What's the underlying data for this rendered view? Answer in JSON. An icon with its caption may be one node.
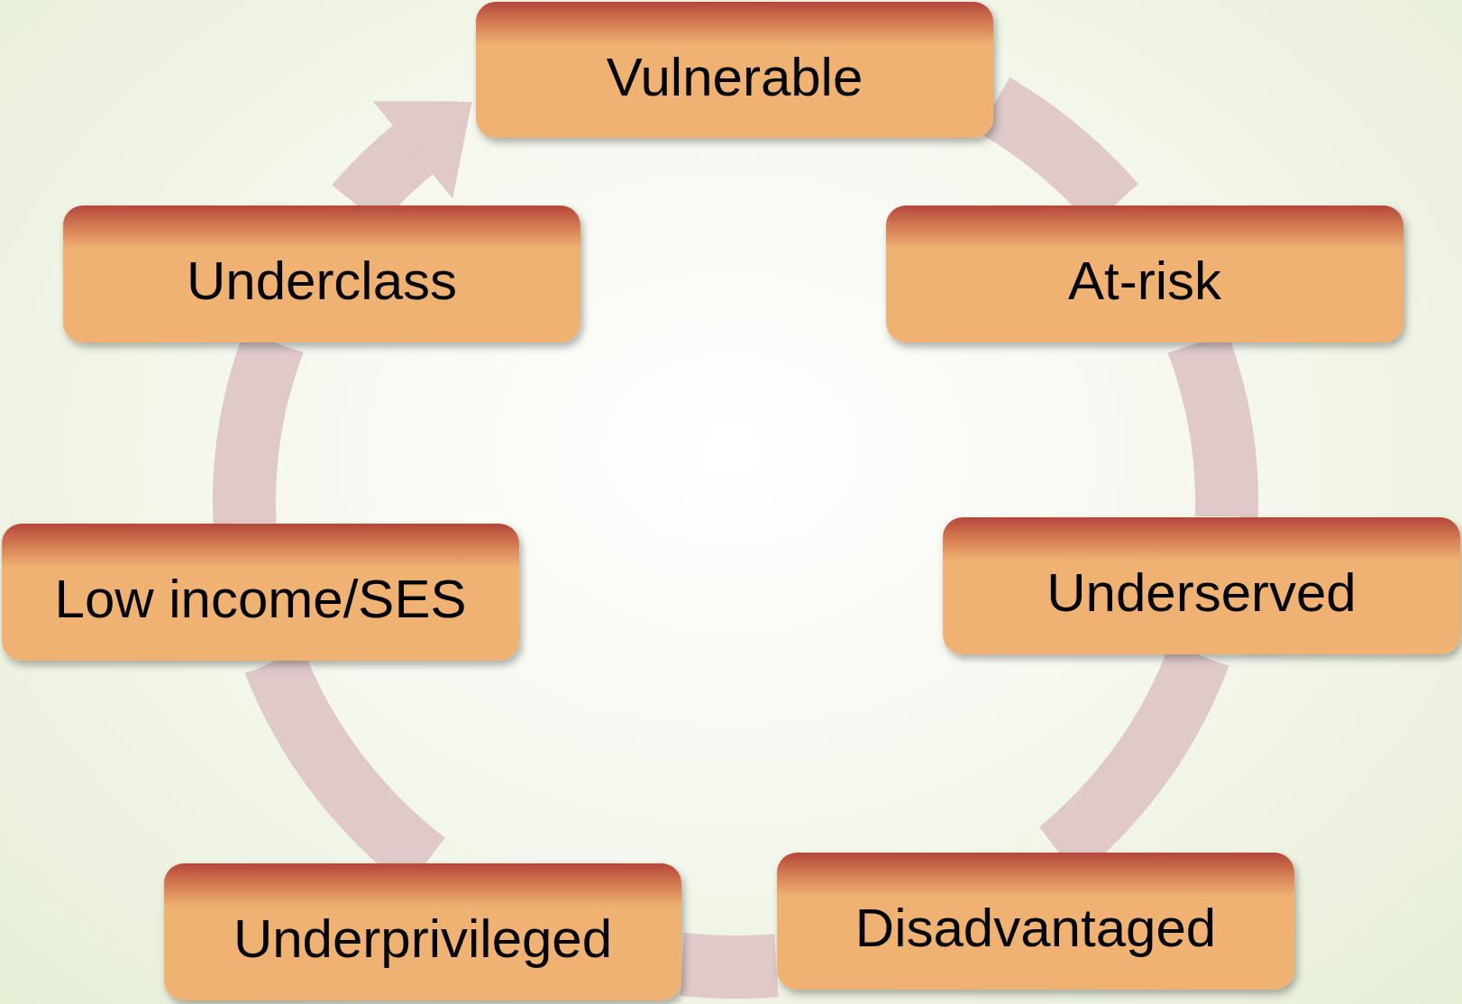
{
  "diagram": {
    "nodes": [
      {
        "text": [
          "Vulnerable"
        ]
      },
      {
        "text": [
          "At-risk"
        ]
      },
      {
        "text": [
          "Underserved"
        ]
      },
      {
        "text": [
          "Disadvantaged"
        ]
      },
      {
        "text": [
          "Underprivileged"
        ]
      },
      {
        "text": [
          "Low income/SES"
        ]
      },
      {
        "text": [
          "Underclass"
        ]
      }
    ],
    "edges": [
      {
        "from": 0,
        "to": 1,
        "arrow": "none"
      },
      {
        "from": 1,
        "to": 2,
        "arrow": "none"
      },
      {
        "from": 2,
        "to": 3,
        "arrow": "none"
      },
      {
        "from": 3,
        "to": 4,
        "arrow": "none"
      },
      {
        "from": 4,
        "to": 5,
        "arrow": "none"
      },
      {
        "from": 5,
        "to": 6,
        "arrow": "none"
      },
      {
        "from": 6,
        "to": 0,
        "arrow": "to"
      }
    ]
  }
}
